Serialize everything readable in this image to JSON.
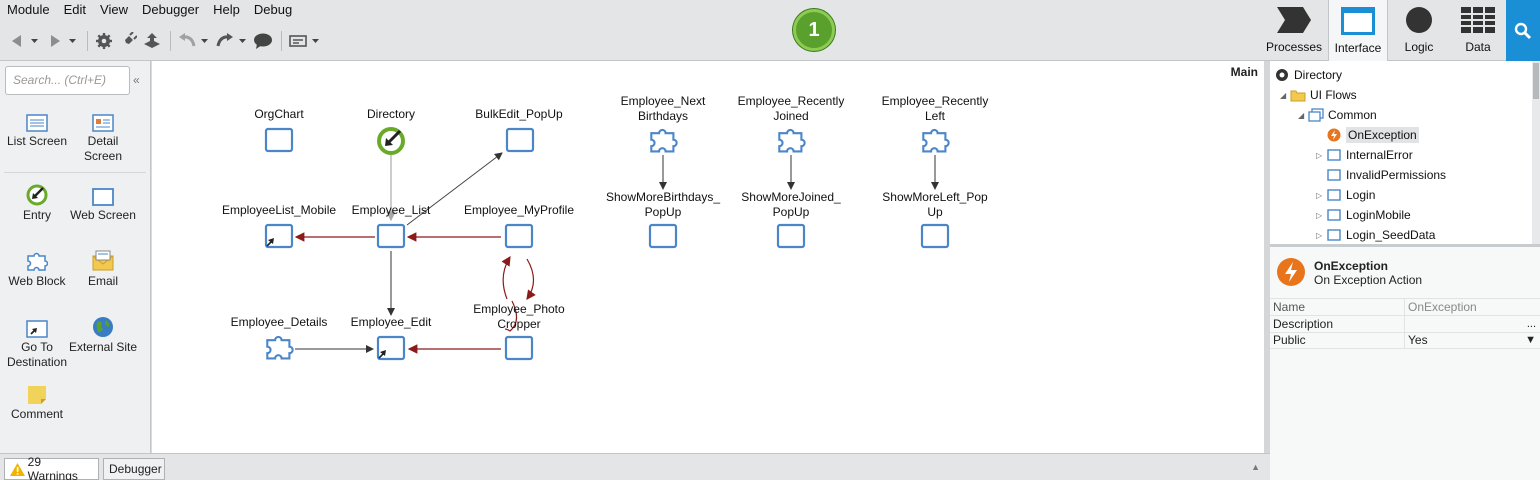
{
  "menu": [
    "Module",
    "Edit",
    "View",
    "Debugger",
    "Help",
    "Debug"
  ],
  "badge": "1",
  "tabs": {
    "processes": "Processes",
    "interface": "Interface",
    "logic": "Logic",
    "data": "Data"
  },
  "palette": {
    "search_placeholder": "Search... (Ctrl+E)",
    "items": {
      "list_screen": "List Screen",
      "detail_screen": "Detail Screen",
      "entry": "Entry",
      "web_screen": "Web Screen",
      "web_block": "Web Block",
      "email": "Email",
      "go_to_destination": "Go To Destination",
      "external_site": "External Site",
      "comment": "Comment"
    }
  },
  "canvas": {
    "title": "Main",
    "nodes": {
      "orgchart": "OrgChart",
      "directory": "Directory",
      "bulkedit_popup": "BulkEdit_PopUp",
      "employee_next_birthdays": "Employee_Next\nBirthdays",
      "employee_recently_joined": "Employee_Recently\nJoined",
      "employee_recently_left": "Employee_Recently\nLeft",
      "employeelist_mobile": "EmployeeList_Mobile",
      "employee_list": "Employee_List",
      "employee_myprofile": "Employee_MyProfile",
      "showmorebirthdays_popup": "ShowMoreBirthdays_\nPopUp",
      "showmorejoined_popup": "ShowMoreJoined_\nPopUp",
      "showmoreleft_popup": "ShowMoreLeft_Pop\nUp",
      "employee_details": "Employee_Details",
      "employee_edit": "Employee_Edit",
      "employee_photo_cropper": "Employee_Photo\nCropper"
    }
  },
  "tree": {
    "directory": "Directory",
    "ui_flows": "UI Flows",
    "common": "Common",
    "items": [
      "OnException",
      "InternalError",
      "InvalidPermissions",
      "Login",
      "LoginMobile",
      "Login_SeedData"
    ]
  },
  "properties": {
    "title": "OnException",
    "subtitle": "On Exception Action",
    "rows": [
      {
        "key": "Name",
        "value": "OnException"
      },
      {
        "key": "Description",
        "value": ""
      },
      {
        "key": "Public",
        "value": "Yes"
      }
    ]
  },
  "bottom": {
    "warnings": "29 Warnings",
    "debugger": "Debugger"
  },
  "colors": {
    "accent": "#1a8fd6",
    "badge_green": "#5aa02c",
    "flow_red": "#8b1a1a",
    "screen_blue": "#4a86c8"
  }
}
